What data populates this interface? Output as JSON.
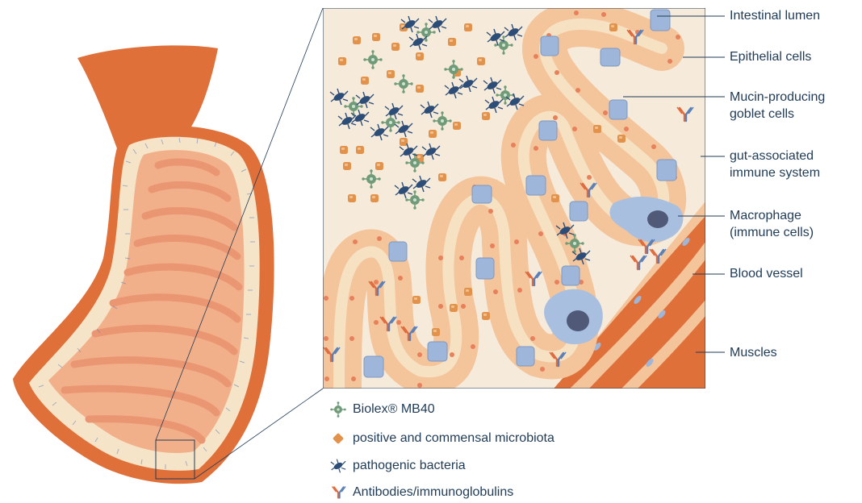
{
  "labels": {
    "intestinal_lumen": "Intestinal lumen",
    "epithelial_cells": "Epithelial cells",
    "goblet_line1": "Mucin-producing",
    "goblet_line2": "goblet cells",
    "gut_immune_line1": "gut-associated",
    "gut_immune_line2": "immune system",
    "macrophage_line1": "Macrophage",
    "macrophage_line2": "(immune cells)",
    "blood_vessel": "Blood vessel",
    "muscles": "Muscles"
  },
  "legend": [
    {
      "icon": "biolex-icon",
      "text": "Biolex® MB40"
    },
    {
      "icon": "microbiota-icon",
      "text": "positive and commensal microbiota"
    },
    {
      "icon": "pathogenic-bacteria-icon",
      "text": "pathogenic bacteria"
    },
    {
      "icon": "antibody-icon",
      "text": "Antibodies/immunoglobulins"
    }
  ],
  "colors": {
    "intestine_outer": "#e0703a",
    "intestine_inner": "#f2b08a",
    "fold": "#ea9672",
    "lumen_bg": "#f6eadb",
    "epithelial": "#f4c49b",
    "epithelial_nucleus": "#e8805a",
    "goblet": "#9db6da",
    "macrophage": "#a9bfe0",
    "macrophage_nucleus": "#505a78",
    "biolex": "#6f9b78",
    "microbiota": "#e2924a",
    "pathogen": "#2c4d78",
    "antibody_red": "#e06b3f",
    "antibody_blue": "#5b80b8",
    "muscle": "#e0703a",
    "text": "#1f3b57"
  }
}
